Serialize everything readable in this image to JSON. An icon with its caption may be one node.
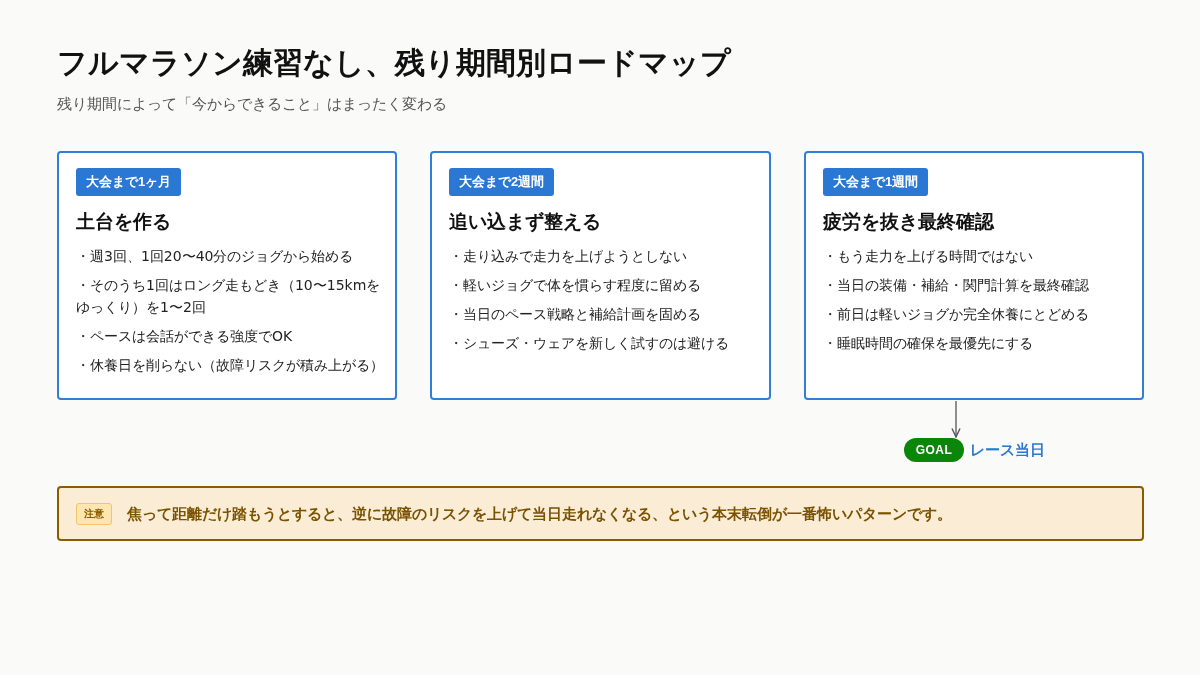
{
  "diagram": {
    "title": "フルマラソン練習なし、残り期間別ロードマップ",
    "nodes": [
      {
        "text": [
          "土台を作る",
          "・週3回、1回20〜40分のジョグから始める",
          "・そのうち1回はロング走もどき（10〜15kmをゆっくり）を1〜2回",
          "・ペースは会話ができる強度でOK",
          "・休養日を削らない（故障リスクが積み上がる）"
        ]
      },
      {
        "text": [
          "大会まで1ヶ月"
        ],
        "in": 0
      },
      {
        "text": [
          "追い込まず整える",
          "・走り込みで走力を上げようとしない",
          "・軽いジョグで体を慣らす程度に留める",
          "・当日のペース戦略と補給計画を固める",
          "・シューズ・ウェアを新しく試すのは避ける"
        ]
      },
      {
        "text": [
          "大会まで2週間"
        ],
        "in": 2
      },
      {
        "text": [
          "疲労を抜き最終確認",
          "・もう走力を上げる時間ではない",
          "・当日の装備・補給・関門計算を最終確認",
          "・前日は軽いジョグか完全休養にとどめる",
          "・睡眠時間の確保を最優先にする"
        ]
      },
      {
        "text": [
          "大会まで1週間"
        ],
        "in": 4
      },
      {
        "text": [
          "GOAL"
        ],
        "beside": [
          "レース当日"
        ]
      },
      {
        "text": [
          "焦って距離だけ踏もうとすると、逆に故障のリスクを上げて当日走れなくなる、という本末転倒が一番怖いパターンです。"
        ]
      },
      {
        "text": [
          "注意"
        ],
        "in": 7
      }
    ],
    "edges": [
      {
        "from": 4,
        "to": 6,
        "arrow": "to"
      }
    ],
    "labels": [
      "残り期間によって「今からできること」はまったく変わる"
    ]
  }
}
